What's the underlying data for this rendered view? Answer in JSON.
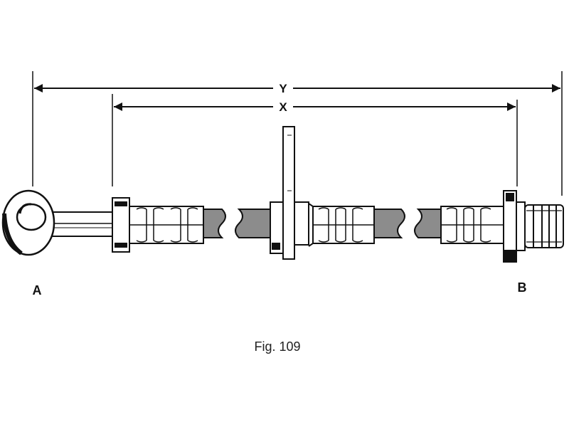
{
  "dimensions": {
    "overall_label": "Y",
    "hose_length_label": "X"
  },
  "ends": {
    "left_label": "A",
    "right_label": "B"
  },
  "caption": "Fig. 109",
  "colors": {
    "line": "#111111",
    "hose_fill": "#8c8c8c",
    "paper": "#ffffff"
  }
}
